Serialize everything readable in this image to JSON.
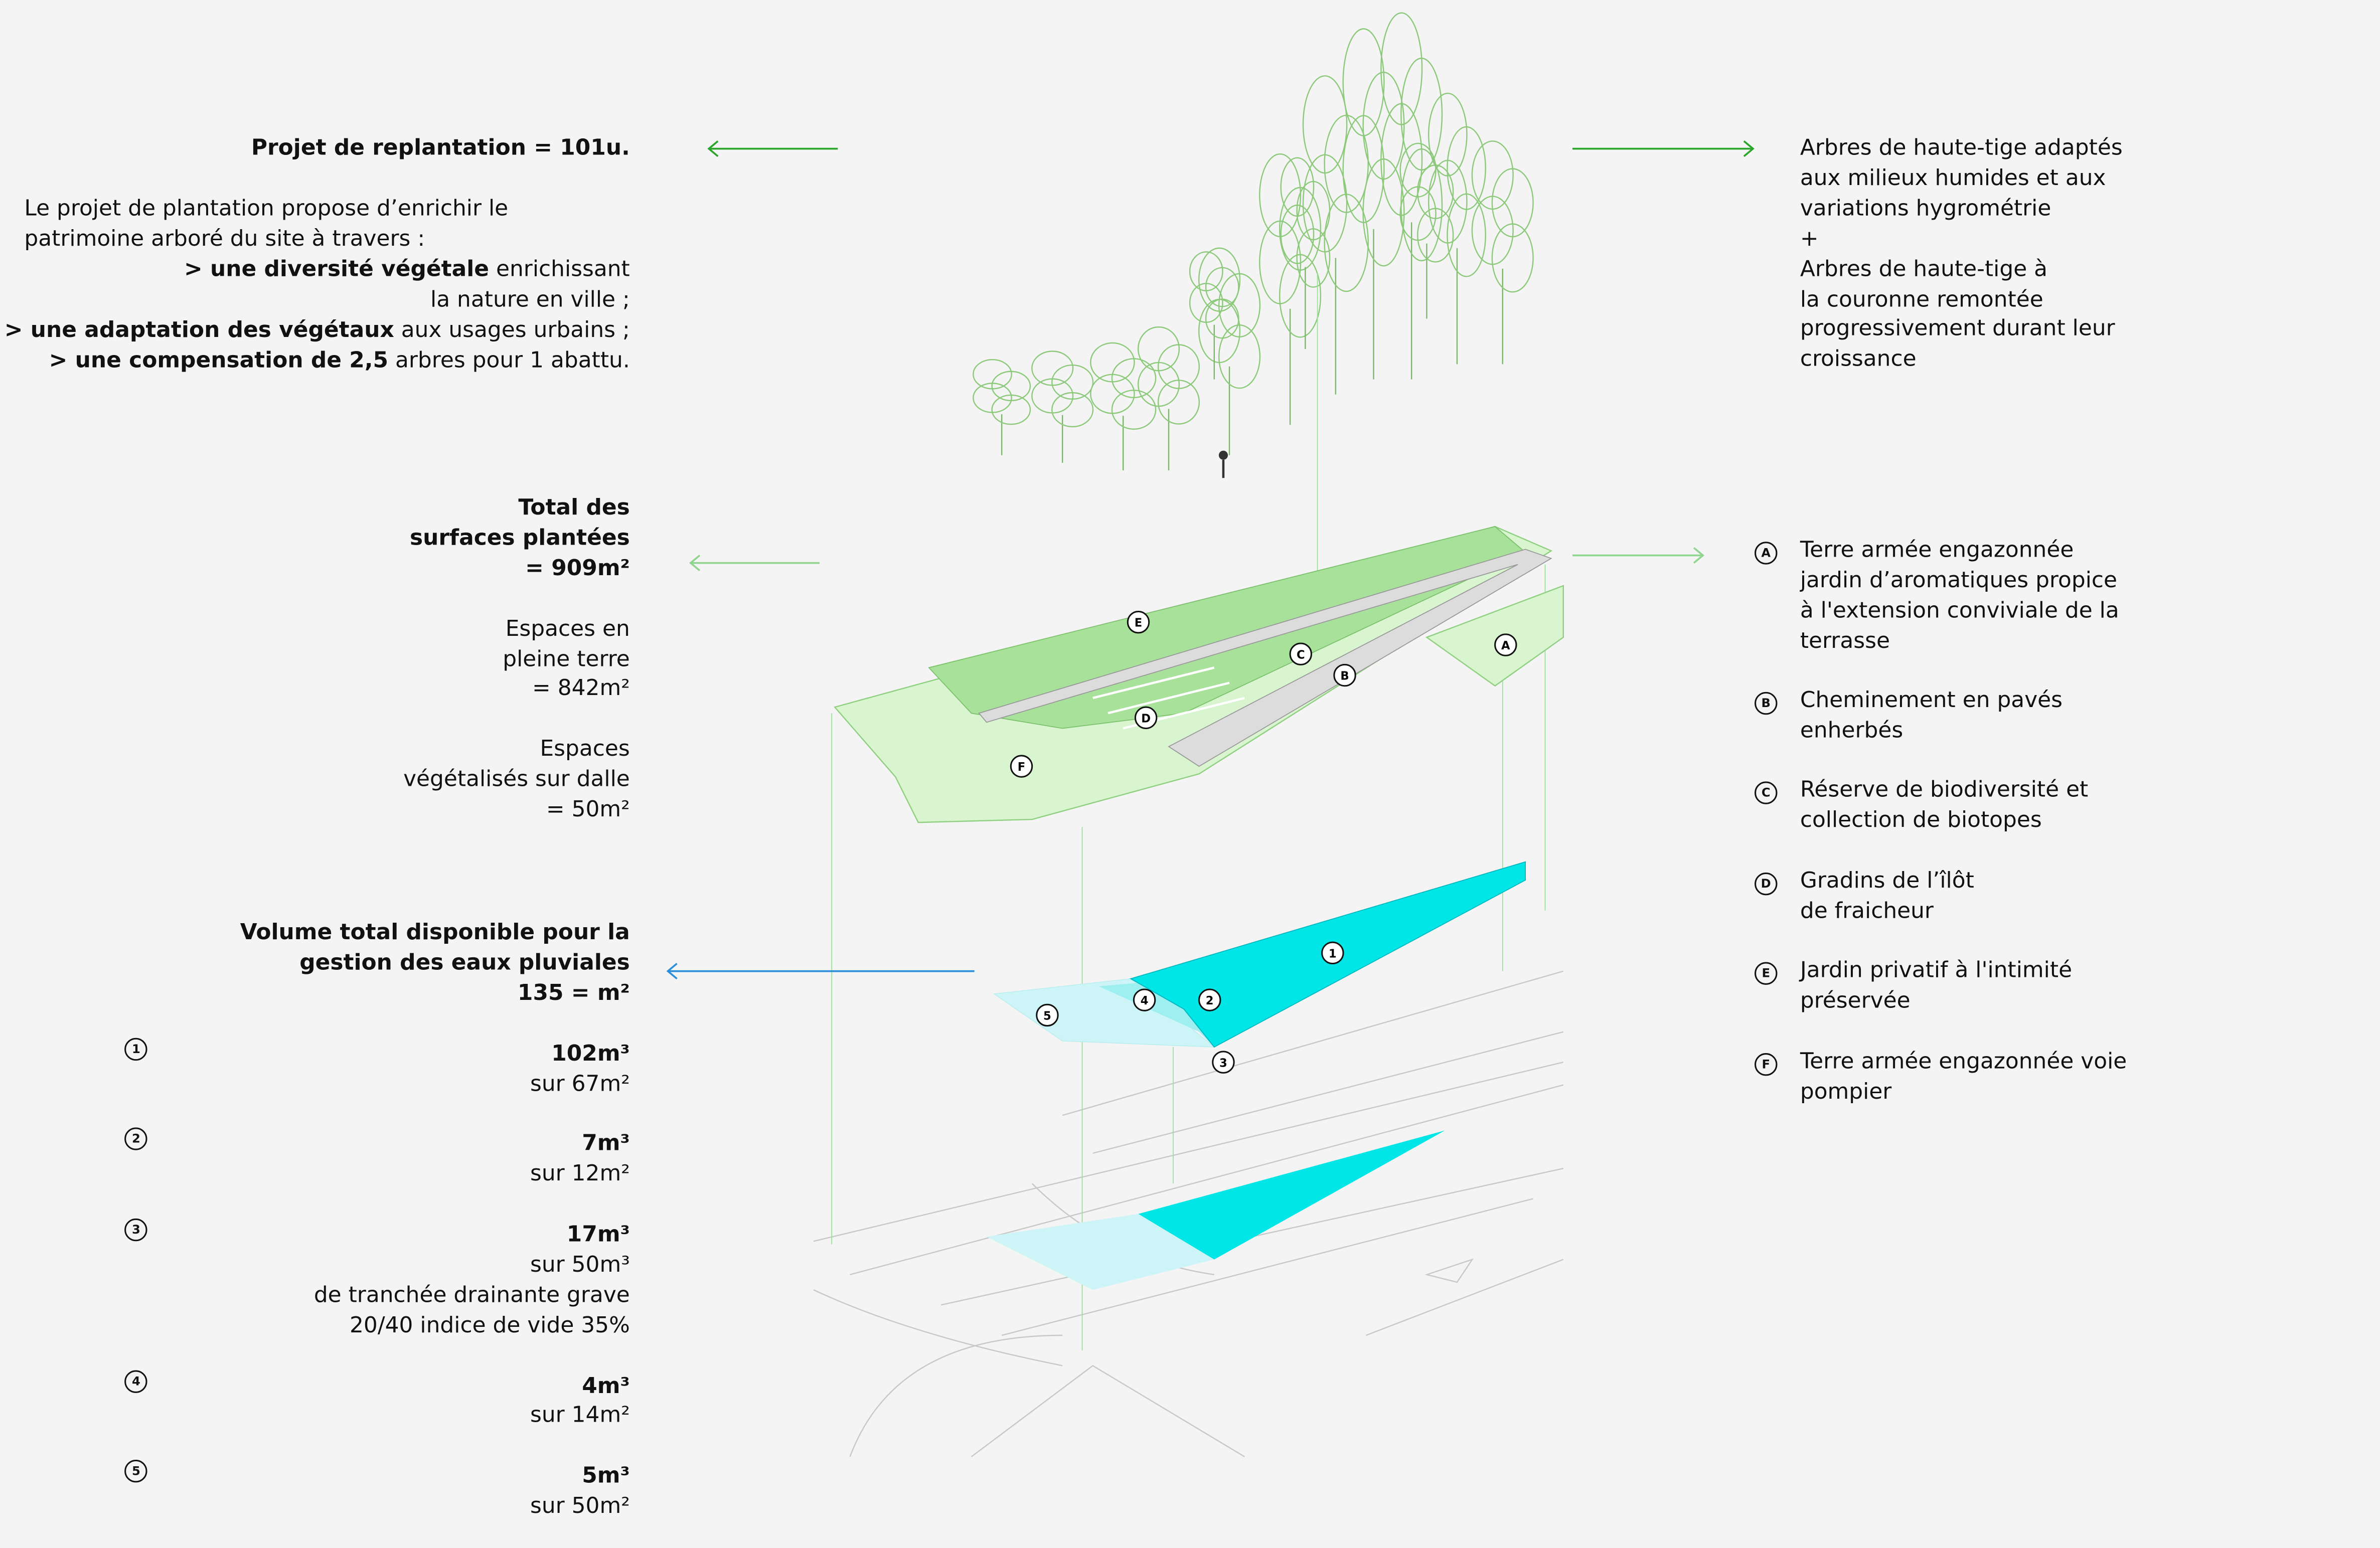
{
  "replantation": {
    "title": "Projet de replantation = 101u.",
    "intro": [
      "Le projet de plantation propose d’enrichir le",
      "patrimoine arboré du site à travers :"
    ],
    "bullets": [
      {
        "bold": "> une diversité végétale",
        "rest": " enrichissant"
      },
      {
        "bold": "",
        "rest": "la nature en ville ;"
      },
      {
        "bold": "> une adaptation des végétaux",
        "rest": " aux usages urbains ;"
      },
      {
        "bold": "> une compensation de 2,5",
        "rest": " arbres pour 1 abattu."
      }
    ]
  },
  "trees_note": [
    "Arbres de haute-tige adaptés",
    "aux milieux humides et aux",
    "variations hygrométrie",
    "+",
    "Arbres de haute-tige à",
    "la couronne remontée",
    "progressivement durant leur",
    "croissance"
  ],
  "surfaces": {
    "total": [
      "Total des",
      "surfaces plantées",
      "= 909m²"
    ],
    "pleine_terre": [
      "Espaces en",
      "pleine terre",
      "= 842m²"
    ],
    "dalle": [
      "Espaces",
      "végétalisés sur dalle",
      "= 50m²"
    ]
  },
  "legend": [
    {
      "key": "A",
      "lines": [
        "Terre armée engazonnée",
        "jardin d’aromatiques propice",
        "à l'extension conviviale de la",
        "terrasse"
      ]
    },
    {
      "key": "B",
      "lines": [
        "Cheminement en pavés",
        "enherbés"
      ]
    },
    {
      "key": "C",
      "lines": [
        "Réserve de biodiversité et",
        "collection de biotopes"
      ]
    },
    {
      "key": "D",
      "lines": [
        "Gradins de l’îlôt",
        "de fraicheur"
      ]
    },
    {
      "key": "E",
      "lines": [
        "Jardin privatif à l'intimité",
        "préservée"
      ]
    },
    {
      "key": "F",
      "lines": [
        "Terre armée engazonnée voie",
        "pompier"
      ]
    }
  ],
  "volume": {
    "title": [
      "Volume total disponible pour la",
      "gestion des eaux pluviales",
      "135 = m²"
    ],
    "items": [
      {
        "key": "1",
        "volume": "102m³",
        "lines": [
          "sur 67m²"
        ]
      },
      {
        "key": "2",
        "volume": "7m³",
        "lines": [
          "sur 12m²"
        ]
      },
      {
        "key": "3",
        "volume": "17m³",
        "lines": [
          "sur 50m³",
          "de tranchée drainante grave",
          "20/40 indice de vide 35%"
        ]
      },
      {
        "key": "4",
        "volume": "4m³",
        "lines": [
          "sur 14m²"
        ]
      },
      {
        "key": "5",
        "volume": "5m³",
        "lines": [
          "sur 50m²"
        ]
      }
    ]
  },
  "colors": {
    "green_arrow": "#2aa52a",
    "light_green_arrow": "#8fd48f",
    "blue_arrow": "#2a8fd8",
    "cyan": "#00e5e5",
    "lawn": "#d8f5d0",
    "lawn_dark": "#a8e29a"
  }
}
